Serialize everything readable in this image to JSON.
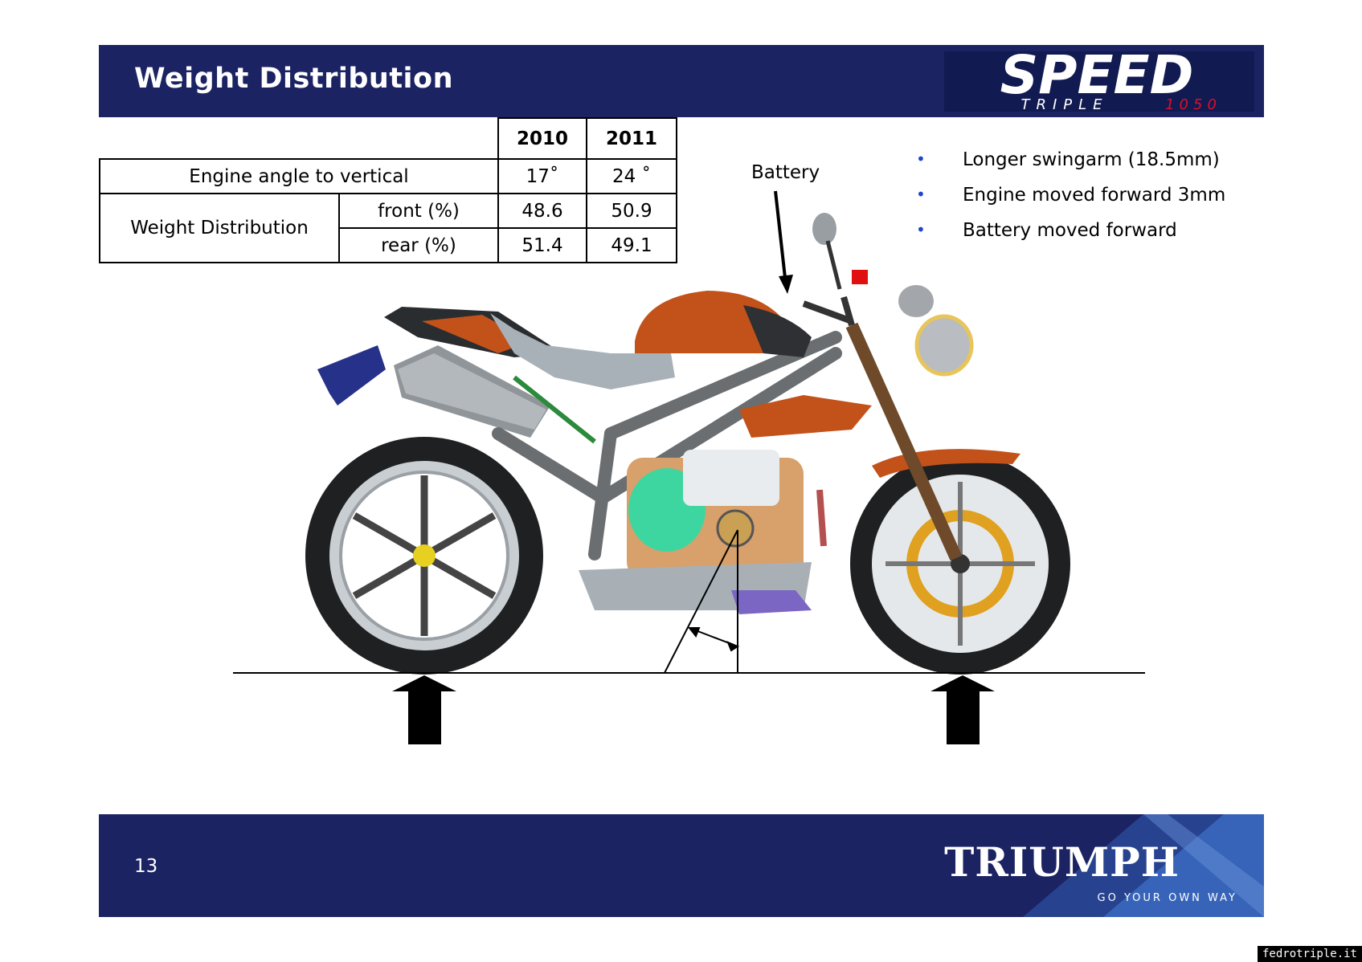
{
  "header": {
    "title": "Weight Distribution",
    "logo_main": "SPEED",
    "logo_sub": "TRIPLE",
    "logo_num": "1050"
  },
  "table": {
    "years": [
      "2010",
      "2011"
    ],
    "engine_angle_label": "Engine angle to vertical",
    "engine_angle_2010": "17˚",
    "engine_angle_2011": "24 ˚",
    "weight_label": "Weight Distribution",
    "front_label": "front (%)",
    "rear_label": "rear (%)",
    "front_2010": "48.6",
    "front_2011": "50.9",
    "rear_2010": "51.4",
    "rear_2011": "49.1"
  },
  "bullets": [
    {
      "marker": "•",
      "text": "Longer swingarm (18.5mm)"
    },
    {
      "marker": "•",
      "text": "Engine moved forward 3mm"
    },
    {
      "marker": "•",
      "text": "Battery moved forward"
    }
  ],
  "battery_label": "Battery",
  "footer": {
    "page_number": "13",
    "brand": "TRIUMPH",
    "tagline": "GO YOUR OWN WAY"
  },
  "watermark": "fedrotriple.it",
  "colors": {
    "header_bg": "#1c2363",
    "bullet": "#2244cc",
    "tank": "#c2521a",
    "logo_red": "#d8102a"
  }
}
